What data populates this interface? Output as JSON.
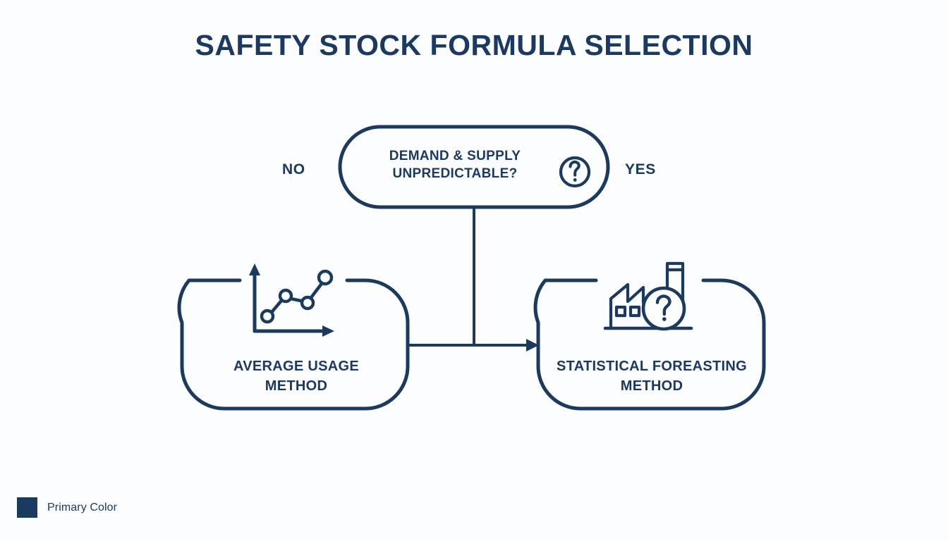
{
  "page": {
    "title": "SAFETY STOCK FORMULA SELECTION",
    "background_color": "#fcfdfe",
    "primary_color": "#1a3a5f",
    "text_color": "#1a3a63"
  },
  "diagram": {
    "type": "decision-flowchart",
    "decision": {
      "label_line1": "DEMAND & SUPPLY",
      "label_line2": "UNPREDICTABLE?",
      "icon": "question-circle-icon",
      "shape": "pill"
    },
    "branches": [
      {
        "label": "NO",
        "side": "left",
        "target": "average-usage-method"
      },
      {
        "label": "YES",
        "side": "right",
        "target": "statistical-foreasting-method"
      }
    ],
    "outcomes": [
      {
        "id": "average-usage-method",
        "label_line1": "AVERAGE USAGE",
        "label_line2": "METHOD",
        "icon": "line-chart-icon",
        "side": "left"
      },
      {
        "id": "statistical-foreasting-method",
        "label_line1": "STATISTICAL FOREASTING",
        "label_line2": "METHOD",
        "icon": "factory-question-icon",
        "side": "right"
      }
    ]
  },
  "legend": {
    "swatch_color": "#1a3a5f",
    "label": "Primary Color"
  }
}
